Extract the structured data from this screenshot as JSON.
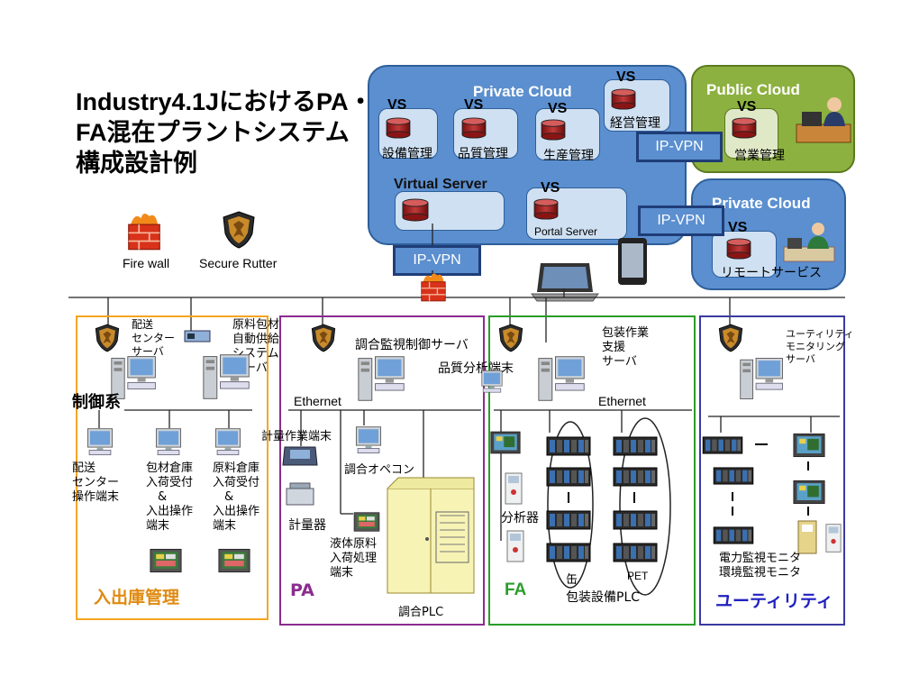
{
  "title": "Industry4.1JにおけるPA・\nFA混在プラントシステム\n構成設計例",
  "legend": {
    "firewall": "Fire wall",
    "router": "Secure Rutter"
  },
  "private_cloud_main": {
    "title": "Private Cloud",
    "vs_label": "VS",
    "servers": [
      "設備管理",
      "品質管理",
      "生産管理",
      "経営管理"
    ],
    "virtual_server": "Virtual Server",
    "portal_server": "Portal Server"
  },
  "public_cloud": {
    "title": "Public Cloud",
    "vs_label": "VS",
    "server": "営業管理"
  },
  "private_cloud_remote": {
    "title": "Private Cloud",
    "vs_label": "VS",
    "server": "リモートサービス"
  },
  "vpn": [
    "IP-VPN",
    "IP-VPN",
    "IP-VPN"
  ],
  "zones": {
    "warehouse": {
      "title": "入出庫管理",
      "server1": "配送\nセンター\nサーバ",
      "server2": "原料包材\n自動供給\nシステム\nサーバ",
      "control_label": "制御系",
      "term1": "配送\nセンター\n操作端末",
      "term2": "包材倉庫\n入荷受付\n　&\n入出操作\n端末",
      "term3": "原料倉庫\n入荷受付\n　&\n入出操作\n端末"
    },
    "pa": {
      "title": "PA",
      "server": "調合監視制御サーバ",
      "ethernet": "Ethernet",
      "weigh_terminal": "計量作業端末",
      "scale": "計量器",
      "console": "調合オペコン",
      "liquid": "液体原料\n入荷処理\n端末",
      "plc": "調合PLC"
    },
    "fa": {
      "title": "FA",
      "server": "包装作業\n支援\nサーバ",
      "quality": "品質分析端末",
      "ethernet": "Ethernet",
      "analyzer": "分析器",
      "can": "缶",
      "pet": "PET",
      "plc": "包装設備PLC"
    },
    "utility": {
      "title": "ユーティリティ",
      "server": "ユーティリティ\nモニタリング\nサーバ",
      "monitor": "電力監視モニタ\n環境監視モニタ"
    }
  },
  "colors": {
    "cloud_blue": "#5b8fcf",
    "cloud_green": "#8db140",
    "warehouse": "#f5a623",
    "pa": "#8b2c8f",
    "fa": "#2a9d2a",
    "utility": "#3a3aa0"
  }
}
